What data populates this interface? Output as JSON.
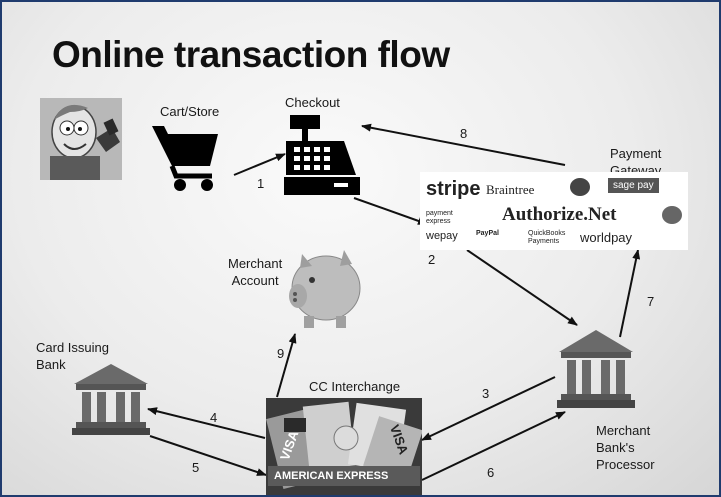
{
  "slide": {
    "title": "Online transaction flow"
  },
  "nodes": {
    "cart": "Cart/Store",
    "checkout": "Checkout",
    "payment_gateway": [
      "Payment",
      "Gateway"
    ],
    "merchant_account": [
      "Merchant",
      "Account"
    ],
    "card_issuing_bank": [
      "Card Issuing",
      "Bank"
    ],
    "cc_interchange": "CC Interchange",
    "merchant_bank_processor": [
      "Merchant",
      "Bank's",
      "Processor"
    ]
  },
  "gateway_logos": {
    "stripe": "stripe",
    "braintree": "Braintree",
    "sagepay": "sage pay",
    "payment_express": "payment express",
    "authorize_net": "Authorize.Net",
    "wepay": "wepay",
    "paypal": "PayPal",
    "quickbooks": "QuickBooks Payments",
    "worldpay": "worldpay"
  },
  "card_texts": {
    "visa": "VISA",
    "amex": "AMERICAN EXPRESS"
  },
  "flow_steps": [
    "1",
    "2",
    "3",
    "4",
    "5",
    "6",
    "7",
    "8",
    "9"
  ],
  "colors": {
    "border": "#1f3b6e",
    "ink": "#111111",
    "bank_gray": "#6a6a6a",
    "piggy": "#bdbdbd"
  },
  "icons": {
    "character": "cartoon-character-icon",
    "cart": "shopping-cart-icon",
    "checkout": "cash-register-icon",
    "piggy": "piggy-bank-icon",
    "bank": "bank-building-icon",
    "cards": "credit-cards-icon"
  }
}
